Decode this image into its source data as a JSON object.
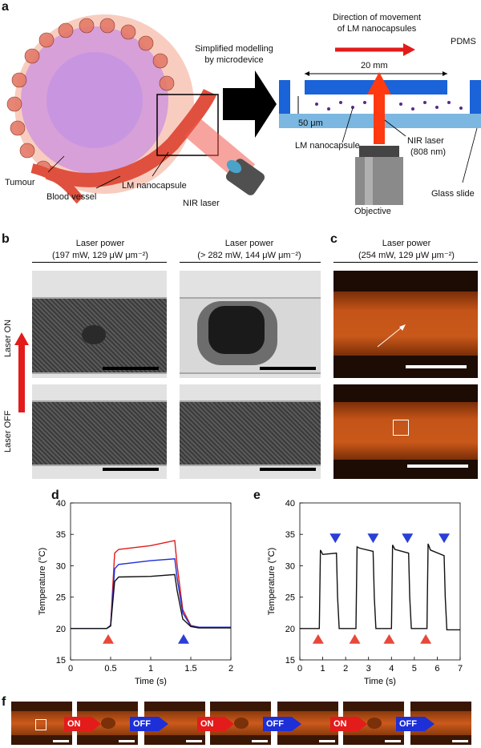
{
  "panels": {
    "a": "a",
    "b": "b",
    "c": "c",
    "d": "d",
    "e": "e",
    "f": "f"
  },
  "panel_a": {
    "tumour": "Tumour",
    "blood_vessel": "Blood vessel",
    "lm_nanocapsule_left": "LM nanocapsule",
    "nir_laser_left": "NIR laser",
    "simplified": "Simplified modelling",
    "by_microdevice": "by microdevice",
    "direction_line1": "Direction of movement",
    "direction_line2": "of LM nanocapsules",
    "pdms": "PDMS",
    "width": "20 mm",
    "height": "50 μm",
    "lm_nanocapsule_right": "LM nanocapsule",
    "nir_laser_right": "NIR laser",
    "nir_wavelength": "(808 nm)",
    "glass_slide": "Glass slide",
    "objective": "Objective",
    "colors": {
      "tumour": "#f2a08a",
      "vessel": "#e05040",
      "channel": "#1a63d8",
      "glass": "#7bb7e0",
      "laser": "#ff2a10"
    }
  },
  "panel_b": {
    "col1_title": "Laser power",
    "col1_sub": "(197 mW, 129 μW μm⁻²)",
    "col2_title": "Laser power",
    "col2_sub": "(> 282 mW, 144 μW μm⁻²)",
    "laser_on": "Laser ON",
    "laser_off": "Laser OFF"
  },
  "panel_c": {
    "title": "Laser power",
    "sub": "(254 mW, 129 μW μm⁻²)"
  },
  "panel_f": {
    "labels": [
      "ON",
      "OFF",
      "ON",
      "OFF",
      "ON",
      "OFF"
    ]
  },
  "chart_data": [
    {
      "type": "line",
      "panel": "d",
      "xlabel": "Time (s)",
      "ylabel": "Temperature (°C)",
      "xlim": [
        0,
        2
      ],
      "ylim": [
        15,
        40
      ],
      "xticks": [
        0,
        0.5,
        1,
        1.5,
        2
      ],
      "xtick_labels": [
        "0",
        "0.5",
        "1",
        "1.5",
        "2"
      ],
      "yticks": [
        15,
        20,
        25,
        30,
        35,
        40
      ],
      "series": [
        {
          "color": "#e31b1b",
          "x": [
            0,
            0.45,
            0.5,
            0.55,
            0.6,
            1.0,
            1.3,
            1.33,
            1.4,
            1.5,
            1.6,
            2.0
          ],
          "y": [
            20,
            20,
            20.5,
            32,
            32.6,
            33.2,
            34,
            30,
            23,
            20.5,
            20.2,
            20.2
          ]
        },
        {
          "color": "#1d2fd6",
          "x": [
            0,
            0.45,
            0.5,
            0.55,
            0.6,
            1.0,
            1.3,
            1.33,
            1.4,
            1.5,
            1.6,
            2.0
          ],
          "y": [
            20,
            20,
            20.5,
            29.5,
            30.2,
            30.8,
            31.1,
            28,
            22.5,
            20.4,
            20.2,
            20.2
          ]
        },
        {
          "color": "#111111",
          "x": [
            0,
            0.45,
            0.5,
            0.55,
            0.6,
            1.0,
            1.3,
            1.33,
            1.4,
            1.5,
            1.6,
            2.0
          ],
          "y": [
            20,
            20,
            20.4,
            27.5,
            28.2,
            28.3,
            28.6,
            26,
            21.5,
            20.3,
            20.1,
            20.1
          ]
        }
      ],
      "markers": [
        {
          "x": 0.47,
          "y": 18.2,
          "shape": "up",
          "color": "#e8483a"
        },
        {
          "x": 1.41,
          "y": 18.2,
          "shape": "up",
          "color": "#2a3ed8"
        }
      ]
    },
    {
      "type": "line",
      "panel": "e",
      "xlabel": "Time (s)",
      "ylabel": "Temperature (°C)",
      "xlim": [
        0,
        7
      ],
      "ylim": [
        15,
        40
      ],
      "xticks": [
        0,
        1,
        2,
        3,
        4,
        5,
        6,
        7
      ],
      "xtick_labels": [
        "0",
        "1",
        "2",
        "3",
        "4",
        "5",
        "6",
        "7"
      ],
      "yticks": [
        15,
        20,
        25,
        30,
        35,
        40
      ],
      "series": [
        {
          "color": "#111111",
          "x": [
            0,
            0.85,
            0.9,
            1.0,
            1.6,
            1.65,
            1.72,
            2.45,
            2.5,
            2.6,
            3.2,
            3.25,
            3.32,
            4.0,
            4.05,
            4.15,
            4.75,
            4.8,
            4.87,
            5.55,
            5.6,
            5.7,
            6.3,
            6.35,
            6.42,
            7.0
          ],
          "y": [
            20,
            20,
            32.5,
            31.8,
            32,
            25,
            20,
            20,
            33,
            32.8,
            32.3,
            25,
            20,
            20,
            33.3,
            32.6,
            32,
            25,
            20,
            20,
            33.5,
            32.5,
            31.6,
            25,
            19.8,
            19.8
          ]
        }
      ],
      "markers": [
        {
          "x": 0.8,
          "y": 18.2,
          "shape": "up",
          "color": "#e8483a"
        },
        {
          "x": 2.4,
          "y": 18.2,
          "shape": "up",
          "color": "#e8483a"
        },
        {
          "x": 3.9,
          "y": 18.2,
          "shape": "up",
          "color": "#e8483a"
        },
        {
          "x": 5.5,
          "y": 18.2,
          "shape": "up",
          "color": "#e8483a"
        },
        {
          "x": 1.55,
          "y": 34.5,
          "shape": "down",
          "color": "#2a3ed8"
        },
        {
          "x": 3.2,
          "y": 34.5,
          "shape": "down",
          "color": "#2a3ed8"
        },
        {
          "x": 4.7,
          "y": 34.5,
          "shape": "down",
          "color": "#2a3ed8"
        },
        {
          "x": 6.3,
          "y": 34.5,
          "shape": "down",
          "color": "#2a3ed8"
        }
      ]
    }
  ]
}
